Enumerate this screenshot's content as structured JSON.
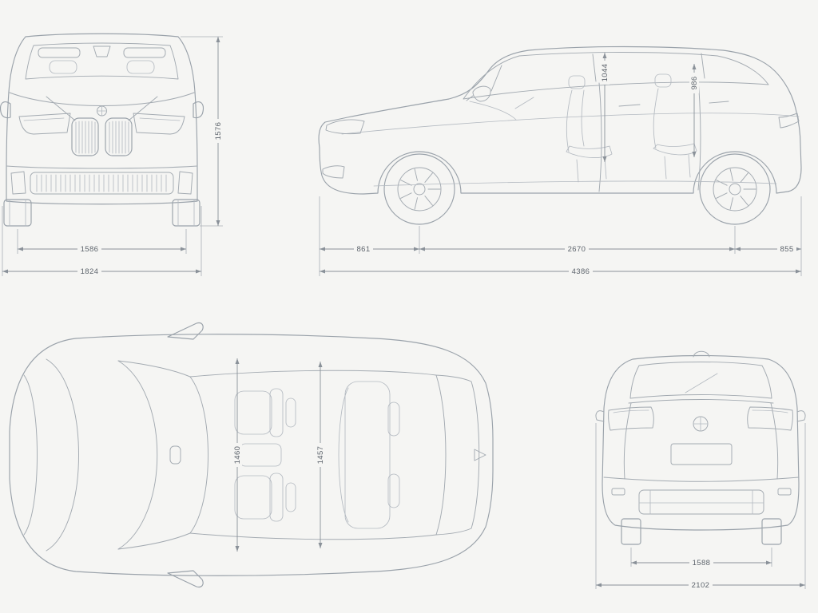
{
  "colors": {
    "background": "#f5f5f3",
    "car_line": "#9aa2aa",
    "dimension_line": "#8a9199",
    "dimension_text": "#5d646c"
  },
  "views": {
    "front": {
      "dims": {
        "overall_height": "1576",
        "track_width": "1586",
        "overall_width": "1824"
      }
    },
    "side": {
      "dims": {
        "front_headroom": "1044",
        "rear_headroom": "986",
        "front_overhang": "861",
        "wheelbase": "2670",
        "rear_overhang": "855",
        "overall_length": "4386"
      }
    },
    "top": {
      "dims": {
        "front_interior_width": "1460",
        "rear_interior_width": "1457"
      }
    },
    "rear": {
      "dims": {
        "rear_track_width": "1588",
        "overall_width_incl_mirrors": "2102"
      }
    }
  }
}
